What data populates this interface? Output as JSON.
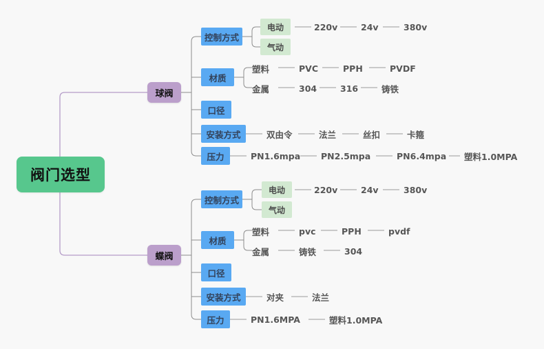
{
  "diagram": {
    "type": "mindmap",
    "title": "阀门选型",
    "background": "#f8f8f8",
    "colors": {
      "root": "#57c78d",
      "branch": "#bb9fcb",
      "category": "#59a9f2",
      "leafbox": "#d2e9d1",
      "connector_purple": "#b49cc8",
      "connector_gray": "#8c8c8c",
      "text_dark": "#565656"
    }
  },
  "root": {
    "label": "阀门选型"
  },
  "branches": [
    {
      "label": "球阀",
      "categories": [
        {
          "label": "控制方式",
          "boxes": [
            {
              "label": "电动",
              "values": [
                "220v",
                "24v",
                "380v"
              ]
            },
            {
              "label": "气动",
              "values": []
            }
          ]
        },
        {
          "label": "材质",
          "rows": [
            {
              "label": "塑料",
              "values": [
                "PVC",
                "PPH",
                "PVDF"
              ]
            },
            {
              "label": "金属",
              "values": [
                "304",
                "316",
                "铸铁"
              ]
            }
          ]
        },
        {
          "label": "口径",
          "values": []
        },
        {
          "label": "安装方式",
          "values": [
            "双由令",
            "法兰",
            "丝扣",
            "卡箍"
          ]
        },
        {
          "label": "压力",
          "values": [
            "PN1.6mpa",
            "PN2.5mpa",
            "PN6.4mpa",
            "塑料1.0MPA"
          ]
        }
      ]
    },
    {
      "label": "蝶阀",
      "categories": [
        {
          "label": "控制方式",
          "boxes": [
            {
              "label": "电动",
              "values": [
                "220v",
                "24v",
                "380v"
              ]
            },
            {
              "label": "气动",
              "values": []
            }
          ]
        },
        {
          "label": "材质",
          "rows": [
            {
              "label": "塑料",
              "values": [
                "pvc",
                "PPH",
                "pvdf"
              ]
            },
            {
              "label": "金属",
              "values": [
                "铸铁",
                "304"
              ]
            }
          ]
        },
        {
          "label": "口径",
          "values": []
        },
        {
          "label": "安装方式",
          "values": [
            "对夹",
            "法兰"
          ]
        },
        {
          "label": "压力",
          "values": [
            "PN1.6MPA",
            "塑料1.0MPA"
          ]
        }
      ]
    }
  ]
}
